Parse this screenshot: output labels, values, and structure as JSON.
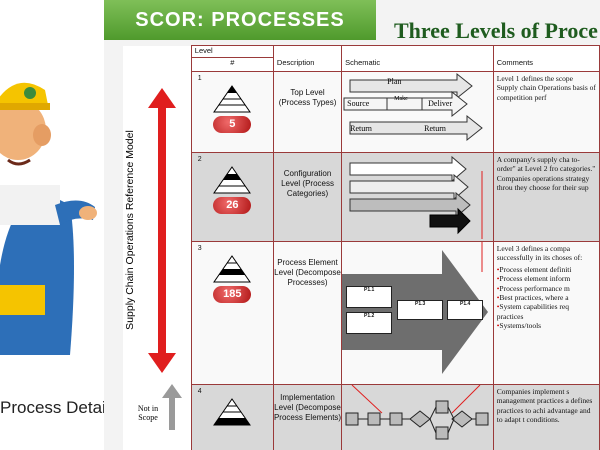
{
  "caption": "Process Detail",
  "banner": "SCOR: PROCESSES",
  "headline": "Three Levels of Proce",
  "table": {
    "header_level": "Level",
    "header_num": "#",
    "header_desc": "Description",
    "header_schem": "Schematic",
    "header_comm": "Comments",
    "side_label": "Supply Chain Operations Reference Model",
    "not_in_scope": "Not in Scope",
    "rows": [
      {
        "num": "1",
        "badge": "5",
        "desc": "Top Level (Process Types)",
        "comment": "Level 1 defines the scope Supply chain Operations basis of competition perf"
      },
      {
        "num": "2",
        "badge": "26",
        "desc": "Configuration Level (Process Categories)",
        "comment": "A company's supply cha to-order\" at Level 2 fro categories.\" Companies operations strategy throu they choose for their sup"
      },
      {
        "num": "3",
        "badge": "185",
        "desc": "Process Element Level (Decompose Processes)",
        "comment_intro": "Level 3 defines a compa successfully in its choses of:",
        "bullets": [
          "Process element definiti",
          "Process element inform",
          "Process performance m",
          "Best practices, where a",
          "System capabilities req practices",
          "Systems/tools"
        ]
      },
      {
        "num": "4",
        "badge": "",
        "desc": "Implementation Level (Decompose Process Elements)",
        "comment": "Companies implement s management practices a defines practices to achi advantage and to adapt t conditions."
      }
    ]
  },
  "schematic": {
    "plan": "Plan",
    "source": "Source",
    "make": "Make",
    "deliver": "Deliver",
    "return_left": "Return",
    "return_right": "Return",
    "p1_1": "P1.1",
    "p1_2": "P1.2",
    "p1_3": "P1.3",
    "p1_4": "P1.4"
  },
  "colors": {
    "banner": "#5aa532",
    "badge": "#c41a1a",
    "arrow_red": "#e01e1e",
    "headline": "#1f5c1f"
  }
}
